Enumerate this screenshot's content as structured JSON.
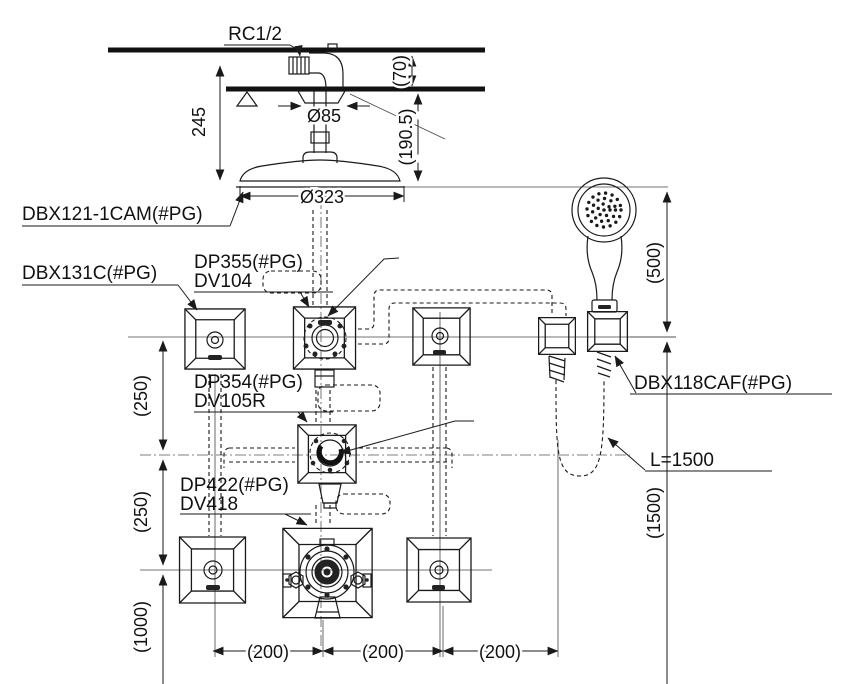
{
  "diagram": {
    "type": "shower-system-installation-drawing",
    "colors": {
      "line": "#1a1a1a",
      "background": "#ffffff"
    },
    "labels": {
      "supply_connection": "RC1/2",
      "rain_shower_head": "DBX121-1CAM(#PG)",
      "volume_control": "DBX131C(#PG)",
      "upper_valve_trim": "DP355(#PG)",
      "upper_valve_rough": "DV104",
      "middle_valve_trim": "DP354(#PG)",
      "middle_valve_rough": "DV105R",
      "mixer_valve_trim": "DP422(#PG)",
      "mixer_valve_rough": "DV418",
      "hand_shower": "DBX118CAF(#PG)",
      "hose_length": "L=1500"
    },
    "dimensions": {
      "slab_to_ceiling": "(70)",
      "pipe_drop": "245",
      "ceiling_to_head": "(190.5)",
      "escutcheon_diameter": "Ø85",
      "head_diameter": "Ø323",
      "head_to_holder": "(500)",
      "holder_to_floor": "(1500)",
      "row_spacing_upper": "(250)",
      "row_spacing_lower": "(250)",
      "mixer_to_floor": "(1000)",
      "column_spacing_left": "(200)",
      "column_spacing_center": "(200)",
      "column_spacing_right": "(200)"
    }
  }
}
